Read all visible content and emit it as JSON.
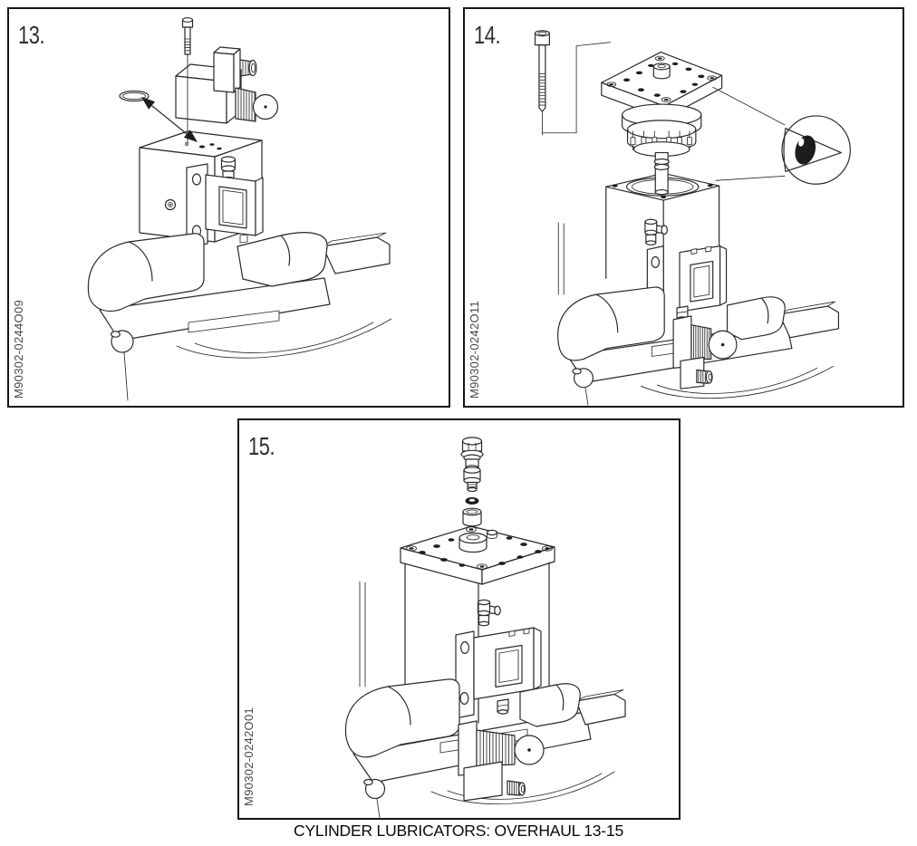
{
  "document": {
    "caption": "CYLINDER LUBRICATORS: OVERHAUL 13-15"
  },
  "figures": [
    {
      "number": "13.",
      "code": "M90302-0244O09"
    },
    {
      "number": "14.",
      "code": "M90302-0242O11"
    },
    {
      "number": "15.",
      "code": "M90302-0242O01"
    }
  ],
  "icons": [
    "inspection-eye-icon",
    "removal-arrow-icon"
  ],
  "colors": {
    "line": "#2a2a2a",
    "panel_border": "#151515",
    "background": "#ffffff",
    "label_text": "#2d2f36",
    "code_text": "#46474b"
  }
}
